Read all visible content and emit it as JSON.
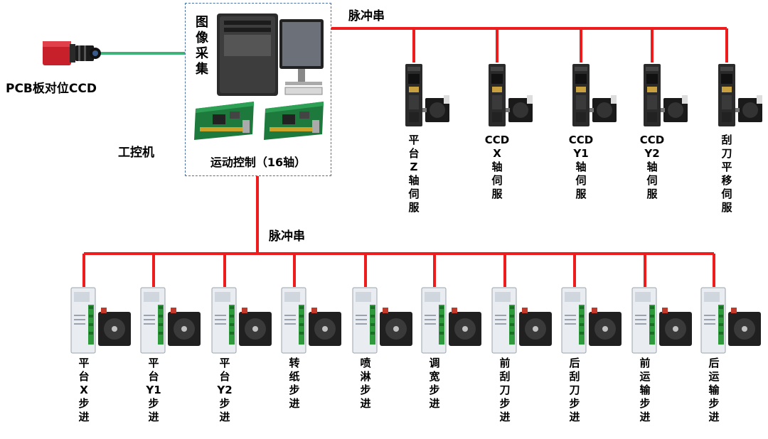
{
  "camera": {
    "label": "PCB板对位CCD",
    "icon": "industrial-camera-icon"
  },
  "ipc": {
    "label": "工控机",
    "image_acquisition": "图\n像\n采\n集",
    "motion_control": "运动控制（16轴）"
  },
  "servo_bus": {
    "label": "脉冲串"
  },
  "stepper_bus": {
    "label": "脉冲串"
  },
  "servos": [
    {
      "label": "平\n台\nZ\n轴\n伺\n服"
    },
    {
      "label": "CCD\nX\n轴\n伺\n服"
    },
    {
      "label": "CCD\nY1\n轴\n伺\n服"
    },
    {
      "label": "CCD\nY2\n轴\n伺\n服"
    },
    {
      "label": "刮\n刀\n平\n移\n伺\n服"
    }
  ],
  "steppers": [
    {
      "label": "平\n台\nX\n步\n进"
    },
    {
      "label": "平\n台\nY1\n步\n进"
    },
    {
      "label": "平\n台\nY2\n步\n进"
    },
    {
      "label": "转\n纸\n步\n进"
    },
    {
      "label": "喷\n淋\n步\n进"
    },
    {
      "label": "调\n宽\n步\n进"
    },
    {
      "label": "前\n刮\n刀\n步\n进"
    },
    {
      "label": "后\n刮\n刀\n步\n进"
    },
    {
      "label": "前\n运\n输\n步\n进"
    },
    {
      "label": "后\n运\n输\n步\n进"
    }
  ],
  "colors": {
    "bus": "#ee1c1c",
    "camera_link": "#3db37a",
    "box_border": "#4a6fa5"
  }
}
